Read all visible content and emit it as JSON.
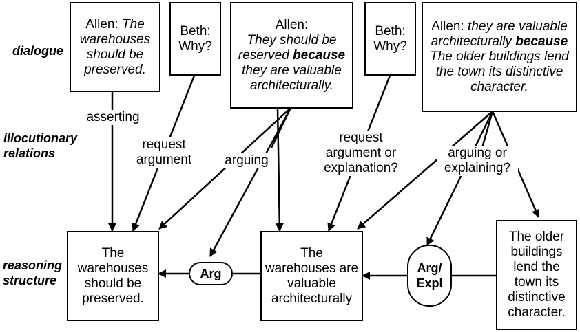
{
  "side_labels": {
    "dialogue": "dialogue",
    "illocutionary": "illocutionary relations",
    "reasoning": "reasoning structure"
  },
  "dialogue": {
    "d1": {
      "speaker": "Allen:",
      "text": "The warehouses should be preserved."
    },
    "d2": {
      "speaker": "Beth:",
      "text": "Why?"
    },
    "d3": {
      "speaker": "Allen:",
      "text_a": "They should be reserved",
      "keyword": "because",
      "text_b": "they are valuable architecturally."
    },
    "d4": {
      "speaker": "Beth:",
      "text": "Why?"
    },
    "d5": {
      "speaker": "Allen:",
      "text_a": "they are valuable architecturally",
      "keyword": "because",
      "text_b": "The older buildings lend the town its distinctive character."
    }
  },
  "relations": {
    "asserting": "asserting",
    "request_argument": "request argument",
    "arguing": "arguing",
    "request_arg_expl": "request argument or explanation?",
    "arguing_or_explaining": "arguing or explaining?"
  },
  "reasoning": {
    "r1": "The warehouses should be preserved.",
    "r2": "The warehouses are valuable architecturally",
    "r3": "The older buildings lend the town its distinctive character."
  },
  "nodes": {
    "arg": "Arg",
    "arg_expl": "Arg/ Expl"
  }
}
